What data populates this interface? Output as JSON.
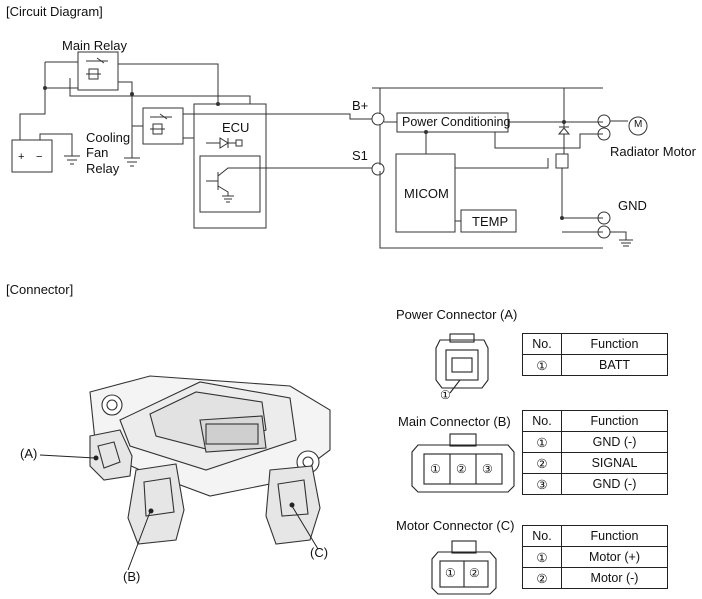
{
  "circuit": {
    "section_title": "[Circuit Diagram]",
    "labels": {
      "main_relay": "Main Relay",
      "cooling_fan_relay": [
        "Cooling",
        "Fan",
        "Relay"
      ],
      "ecu": "ECU",
      "b_plus": "B+",
      "s1": "S1",
      "power_conditioning": "Power Conditioning",
      "micom": "MICOM",
      "temp": "TEMP",
      "radiator_motor": "Radiator Motor",
      "gnd": "GND",
      "motor_symbol": "M",
      "battery_plus": "+",
      "battery_minus": "−"
    }
  },
  "connector": {
    "section_title": "[Connector]",
    "callouts": {
      "a": "(A)",
      "b": "(B)",
      "c": "(C)"
    },
    "pin_marker": "①",
    "tables": [
      {
        "title": "Power Connector (A)",
        "headers": [
          "No.",
          "Function"
        ],
        "rows": [
          {
            "no": "①",
            "function": "BATT"
          }
        ]
      },
      {
        "title": "Main Connector (B)",
        "headers": [
          "No.",
          "Function"
        ],
        "rows": [
          {
            "no": "①",
            "function": "GND (-)"
          },
          {
            "no": "②",
            "function": "SIGNAL"
          },
          {
            "no": "③",
            "function": "GND (-)"
          }
        ]
      },
      {
        "title": "Motor Connector (C)",
        "headers": [
          "No.",
          "Function"
        ],
        "rows": [
          {
            "no": "①",
            "function": "Motor (+)"
          },
          {
            "no": "②",
            "function": "Motor (-)"
          }
        ]
      }
    ],
    "connector_b_pins": [
      "①",
      "②",
      "③"
    ],
    "connector_c_pins": [
      "①",
      "②"
    ]
  }
}
